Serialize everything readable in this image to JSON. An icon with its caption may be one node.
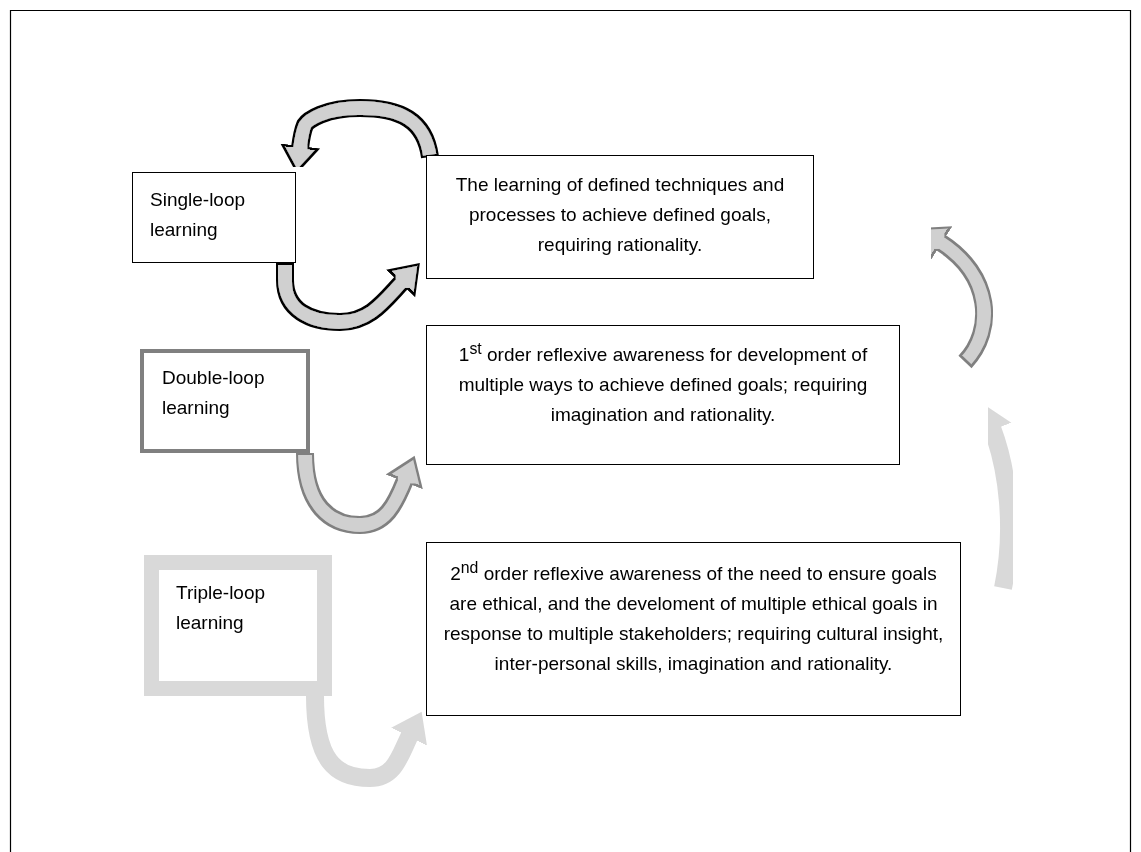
{
  "diagram": {
    "nodes": [
      {
        "text": [
          "Single-loop learning"
        ]
      },
      {
        "text": [
          "The learning of defined techniques and processes to achieve defined goals, requiring rationality."
        ]
      },
      {
        "text": [
          "Double-loop learning"
        ]
      },
      {
        "text": [
          "1$^{st}$ order reflexive awareness for development of multiple ways to achieve defined goals; requiring imagination and rationality."
        ]
      },
      {
        "text": [
          "Triple-loop learning"
        ]
      },
      {
        "text": [
          "2$^{nd}$ order reflexive awareness of the need to ensure goals are ethical, and the develoment of multiple ethical goals in response to multiple stakeholders; requiring cultural insight, inter-personal skills, imagination and rationality."
        ]
      }
    ],
    "edges": [
      {
        "from": 1,
        "to": 0,
        "arrow": "to"
      },
      {
        "from": 0,
        "to": 1,
        "arrow": "to"
      },
      {
        "from": 2,
        "to": 3,
        "arrow": "to",
        "color": "#808080"
      },
      {
        "from": 4,
        "to": 5,
        "arrow": "to",
        "color": "#d9d9d9"
      }
    ]
  }
}
